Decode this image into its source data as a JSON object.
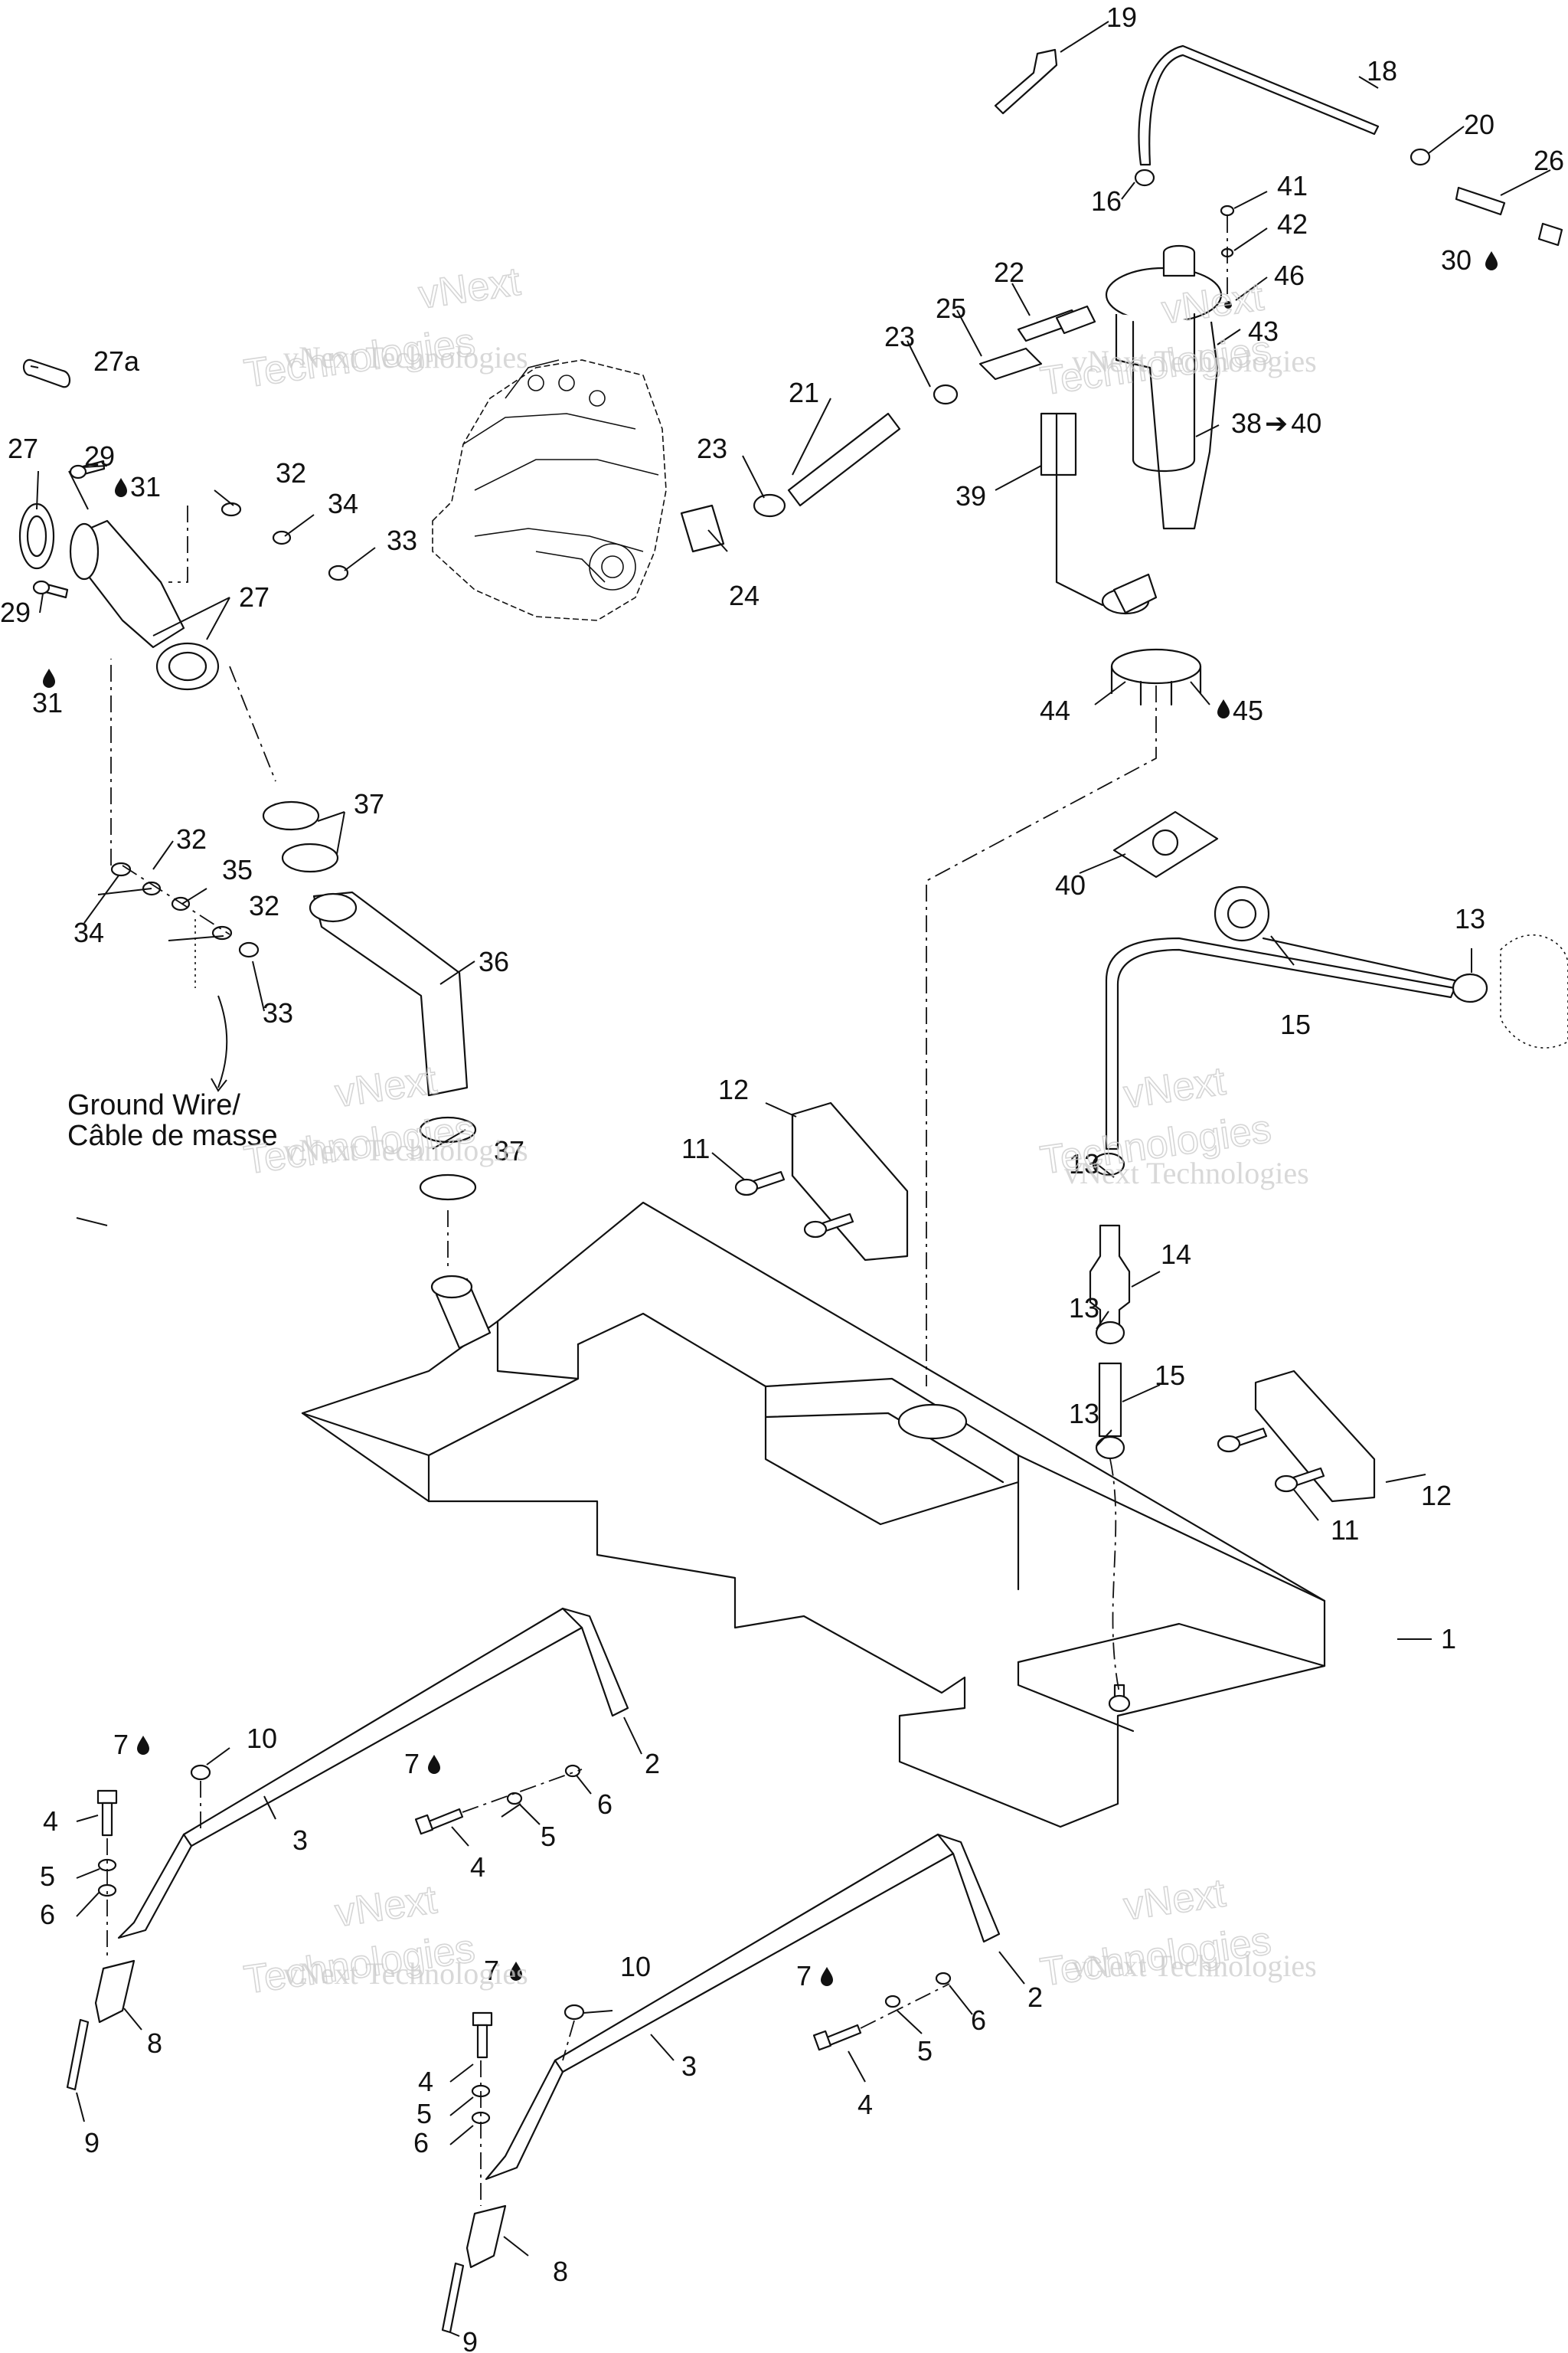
{
  "labels": {
    "c1": "1",
    "c2a": "2",
    "c2b": "2",
    "c3a": "3",
    "c3b": "3",
    "c4a": "4",
    "c4b": "4",
    "c4c": "4",
    "c4d": "4",
    "c5a": "5",
    "c5b": "5",
    "c5c": "5",
    "c5d": "5",
    "c6a": "6",
    "c6b": "6",
    "c6c": "6",
    "c6d": "6",
    "c7a": "7",
    "c7b": "7",
    "c7c": "7",
    "c7d": "7",
    "c8a": "8",
    "c8b": "8",
    "c9a": "9",
    "c9b": "9",
    "c10a": "10",
    "c10b": "10",
    "c11a": "11",
    "c11b": "11",
    "c12a": "12",
    "c12b": "12",
    "c13a": "13",
    "c13b": "13",
    "c13c": "13",
    "c13d": "13",
    "c14": "14",
    "c15a": "15",
    "c15b": "15",
    "c16": "16",
    "c18": "18",
    "c19": "19",
    "c20": "20",
    "c21": "21",
    "c22": "22",
    "c23a": "23",
    "c23b": "23",
    "c24": "24",
    "c25": "25",
    "c26": "26",
    "c27a": "27",
    "c27b": "27",
    "c27c": "27a",
    "c29a": "29",
    "c29b": "29",
    "c30": "30",
    "c31a": "31",
    "c31b": "31",
    "c32a": "32",
    "c32b": "32",
    "c32c": "32",
    "c33a": "33",
    "c33b": "33",
    "c34a": "34",
    "c34b": "34",
    "c35": "35",
    "c36": "36",
    "c37a": "37",
    "c37b": "37",
    "c38": "38",
    "c39": "39",
    "c40a": "40",
    "c40b": "40",
    "c41": "41",
    "c42": "42",
    "c43": "43",
    "c44": "44",
    "c45": "45",
    "c46": "46",
    "arrow_glyph": "➔"
  },
  "ground_wire": {
    "line1": "Ground Wire/",
    "line2": "Câble de masse"
  },
  "watermark": {
    "line1": "vNext",
    "line2": "Technologies",
    "line3": "vNext Technologies"
  }
}
